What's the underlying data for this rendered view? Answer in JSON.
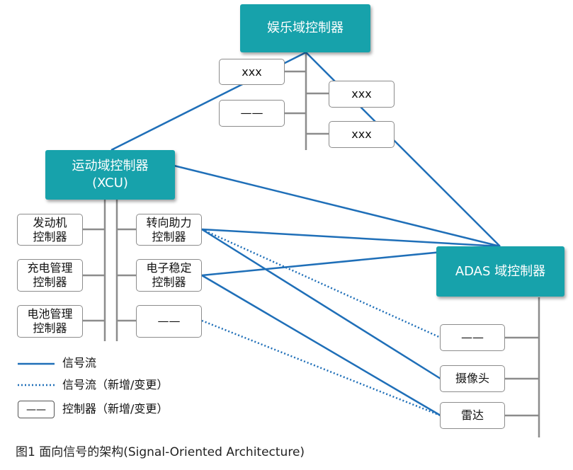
{
  "domains": {
    "infotainment": {
      "label": "娱乐域控制器"
    },
    "motion": {
      "label_line1": "运动域控制器",
      "label_line2": "(XCU)"
    },
    "adas": {
      "label": "ADAS 域控制器"
    }
  },
  "infotainment_nodes": [
    "xxx",
    "——",
    "xxx",
    "xxx"
  ],
  "motion_left_nodes": [
    {
      "line1": "发动机",
      "line2": "控制器"
    },
    {
      "line1": "充电管理",
      "line2": "控制器"
    },
    {
      "line1": "电池管理",
      "line2": "控制器"
    }
  ],
  "motion_right_nodes": [
    {
      "line1": "转向助力",
      "line2": "控制器"
    },
    {
      "line1": "电子稳定",
      "line2": "控制器"
    },
    {
      "line1": "——",
      "line2": ""
    }
  ],
  "adas_nodes": [
    "——",
    "摄像头",
    "雷达"
  ],
  "legend": {
    "signal_flow": "信号流",
    "signal_flow_new": "信号流（新增/变更）",
    "controller_symbol": "——",
    "controller_new": "控制器（新增/变更）"
  },
  "caption": "图1  面向信号的架构(Signal-Oriented Architecture)",
  "colors": {
    "domain_fill": "#17a2ab",
    "signal_line": "#1f6fb8",
    "bus_line": "#8c8c8c"
  }
}
